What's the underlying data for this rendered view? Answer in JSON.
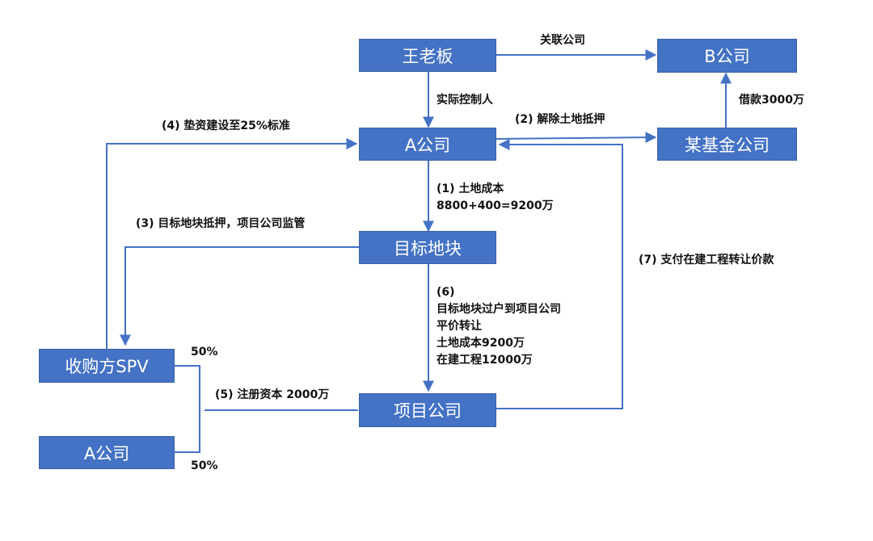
{
  "nodes": {
    "wang": "王老板",
    "b_company": "B公司",
    "a_company_top": "A公司",
    "fund": "某基金公司",
    "target_land": "目标地块",
    "spv": "收购方SPV",
    "project_company": "项目公司",
    "a_company_bottom": "A公司"
  },
  "edges": {
    "related_company": "关联公司",
    "actual_controller": "实际控制人",
    "loan": "借款3000万",
    "release_mortgage": "(2) 解除土地抵押",
    "advance_construction": "(4) 垫资建设至25%标准",
    "land_cost": [
      "(1) 土地成本",
      "8800+400=9200万"
    ],
    "mortgage_supervision": "(3) 目标地块抵押，项目公司监管",
    "transfer": [
      "(6)",
      "目标地块过户到项目公司",
      "平价转让",
      "土地成本9200万",
      "在建工程12000万"
    ],
    "pay_transfer": "(7) 支付在建工程转让价款",
    "registered_capital": "(5) 注册资本 2000万",
    "share_spv": "50%",
    "share_a": "50%"
  },
  "colors": {
    "box": "#4472c4",
    "line": "#4472c4",
    "text": "#111111"
  }
}
